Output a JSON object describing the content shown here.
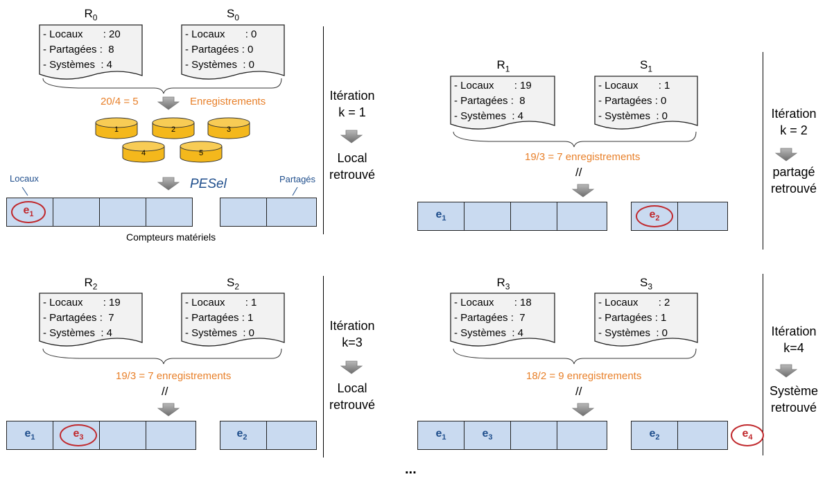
{
  "panels": [
    {
      "r_title": {
        "base": "R",
        "sub": "0"
      },
      "s_title": {
        "base": "S",
        "sub": "0"
      },
      "r_lines": [
        "- Locaux       : 20",
        "- Partagées :  8",
        "- Systèmes  : 4"
      ],
      "s_lines": [
        "- Locaux       : 0",
        "- Partagées : 0",
        "- Systèmes  : 0"
      ],
      "calc": "20/4 = 5",
      "calc_suffix": "Enregistrements",
      "iter_label": "Itération",
      "iter_k": "k = 1",
      "result_1": "Local",
      "result_2": "retrouvé",
      "regs_left": [
        {
          "e": "e",
          "n": "1",
          "color": "red",
          "circled": true
        },
        null,
        null,
        null
      ],
      "regs_right": [
        null,
        null
      ]
    },
    {
      "r_title": {
        "base": "R",
        "sub": "1"
      },
      "s_title": {
        "base": "S",
        "sub": "1"
      },
      "r_lines": [
        "- Locaux       : 19",
        "- Partagées :  8",
        "- Systèmes  : 4"
      ],
      "s_lines": [
        "- Locaux       : 1",
        "- Partagées : 0",
        "- Systèmes  : 0"
      ],
      "calc": "19/3 = 7 enregistrements",
      "slash": "//",
      "iter_label": "Itération",
      "iter_k": "k = 2",
      "result_1": "partagé",
      "result_2": "retrouvé",
      "regs_left": [
        {
          "e": "e",
          "n": "1",
          "color": "blue",
          "circled": false
        },
        null,
        null,
        null
      ],
      "regs_right": [
        {
          "e": "e",
          "n": "2",
          "color": "red",
          "circled": true
        },
        null
      ]
    },
    {
      "r_title": {
        "base": "R",
        "sub": "2"
      },
      "s_title": {
        "base": "S",
        "sub": "2"
      },
      "r_lines": [
        "- Locaux       : 19",
        "- Partagées :  7",
        "- Systèmes  : 4"
      ],
      "s_lines": [
        "- Locaux       : 1",
        "- Partagées : 1",
        "- Systèmes  : 0"
      ],
      "calc": "19/3 = 7 enregistrements",
      "slash": "//",
      "iter_label": "Itération",
      "iter_k": "k=3",
      "result_1": "Local",
      "result_2": "retrouvé",
      "regs_left": [
        {
          "e": "e",
          "n": "1",
          "color": "blue",
          "circled": false
        },
        {
          "e": "e",
          "n": "3",
          "color": "red",
          "circled": true
        },
        null,
        null
      ],
      "regs_right": [
        {
          "e": "e",
          "n": "2",
          "color": "blue",
          "circled": false
        },
        null
      ]
    },
    {
      "r_title": {
        "base": "R",
        "sub": "3"
      },
      "s_title": {
        "base": "S",
        "sub": "3"
      },
      "r_lines": [
        "- Locaux       : 18",
        "- Partagées :  7",
        "- Systèmes  : 4"
      ],
      "s_lines": [
        "- Locaux       : 2",
        "- Partagées : 1",
        "- Systèmes  : 0"
      ],
      "calc": "18/2 = 9 enregistrements",
      "slash": "//",
      "iter_label": "Itération",
      "iter_k": "k=4",
      "result_1": "Système",
      "result_2": "retrouvé",
      "regs_left": [
        {
          "e": "e",
          "n": "1",
          "color": "blue",
          "circled": false
        },
        {
          "e": "e",
          "n": "3",
          "color": "blue",
          "circled": false
        },
        null,
        null
      ],
      "regs_right": [
        {
          "e": "e",
          "n": "2",
          "color": "blue",
          "circled": false
        },
        null
      ],
      "extra": {
        "e": "e",
        "n": "4"
      }
    }
  ],
  "cylinders": [
    "1",
    "2",
    "3",
    "4",
    "5"
  ],
  "labels": {
    "locaux": "Locaux",
    "partages": "Partagés",
    "pesel": "PESel",
    "compteurs": "Compteurs matériels",
    "ellipsis": "..."
  },
  "colors": {
    "orange": "#e8802a",
    "blue_text": "#1f4e8c",
    "red": "#c0282c",
    "register_fill": "#c9daf0",
    "cylinder_fill": "#f4b81c",
    "arrow_fill": "#8c8c8c"
  }
}
